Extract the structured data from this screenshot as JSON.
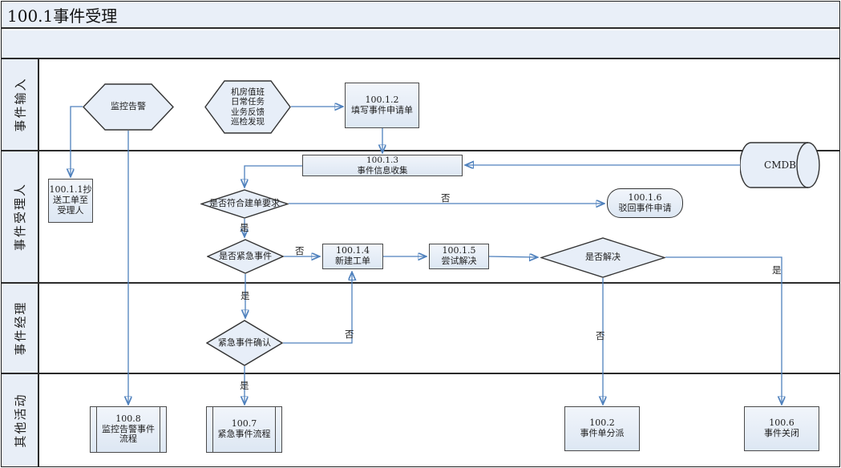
{
  "title": "100.1事件受理",
  "lanes": [
    {
      "label": "事件输入"
    },
    {
      "label": "事件受理人"
    },
    {
      "label": "事件经理"
    },
    {
      "label": "其他活动"
    }
  ],
  "edge_labels": {
    "yes": "是",
    "no": "否"
  },
  "shapes": {
    "monitor_alarm": {
      "text": "监控告警"
    },
    "input_sources": {
      "text": "机房值班\n日常任务\n业务反馈\n巡检发现"
    },
    "fill_request": {
      "text": "100.1.2\n填写事件申请单"
    },
    "info_collect": {
      "text": "100.1.3\n事件信息收集"
    },
    "cmdb": {
      "text": "CMDB"
    },
    "copy_ticket": {
      "text": "100.1.1抄\n送工单至\n受理人"
    },
    "check_valid": {
      "text": "是否符合建单要求"
    },
    "reject_request": {
      "text": "100.1.6\n驳回事件申请"
    },
    "check_urgent": {
      "text": "是否紧急事件"
    },
    "new_ticket": {
      "text": "100.1.4\n新建工单"
    },
    "try_solve": {
      "text": "100.1.5\n尝试解决"
    },
    "check_solved": {
      "text": "是否解决"
    },
    "urgent_confirm": {
      "text": "紧急事件确认"
    },
    "monitor_alarm_flow": {
      "text": "100.8\n监控告警事件\n流程"
    },
    "urgent_event_flow": {
      "text": "100.7\n紧急事件流程"
    },
    "ticket_dispatch": {
      "text": "100.2\n事件单分派"
    },
    "event_close": {
      "text": "100.6\n事件关闭"
    }
  },
  "colors": {
    "arrow": "#4f81bd",
    "shape_fill": "#e7eef8",
    "lane_fill": "#e8eef7",
    "grid_border": "#2b2b2b"
  }
}
